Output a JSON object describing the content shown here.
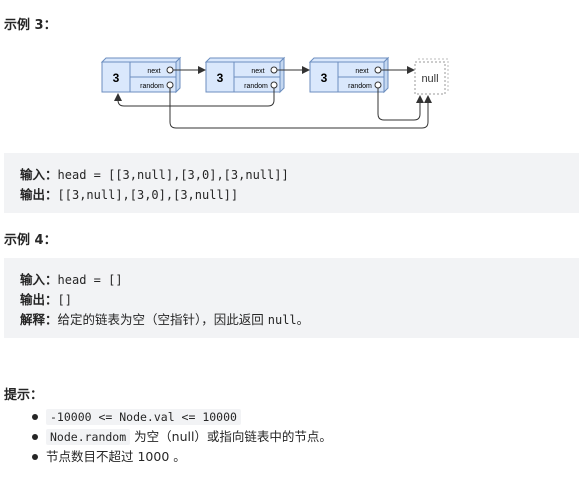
{
  "example3": {
    "title": "示例 3：",
    "diagram": {
      "nodes": [
        {
          "value": "3",
          "next_label": "next",
          "random_label": "random"
        },
        {
          "value": "3",
          "next_label": "next",
          "random_label": "random"
        },
        {
          "value": "3",
          "next_label": "next",
          "random_label": "random"
        }
      ],
      "null_label": "null",
      "colors": {
        "node_fill": "#dae8fc",
        "node_stroke": "#6c8ebf",
        "arrow": "#333333",
        "null_stroke": "#999999"
      }
    },
    "input_label": "输入：",
    "input_value": "head = [[3,null],[3,0],[3,null]]",
    "output_label": "输出：",
    "output_value": "[[3,null],[3,0],[3,null]]"
  },
  "example4": {
    "title": "示例 4：",
    "input_label": "输入：",
    "input_value": "head = []",
    "output_label": "输出：",
    "output_value": "[]",
    "explain_label": "解释：",
    "explain_text": "给定的链表为空（空指针），因此返回 ",
    "explain_code": "null",
    "explain_end": "。"
  },
  "hints": {
    "title": "提示：",
    "items": [
      {
        "code": "-10000 <= Node.val <= 10000",
        "text": ""
      },
      {
        "code": "Node.random",
        "text": " 为空（null）或指向链表中的节点。"
      },
      {
        "code": "",
        "text": "节点数目不超过 1000 。"
      }
    ]
  }
}
